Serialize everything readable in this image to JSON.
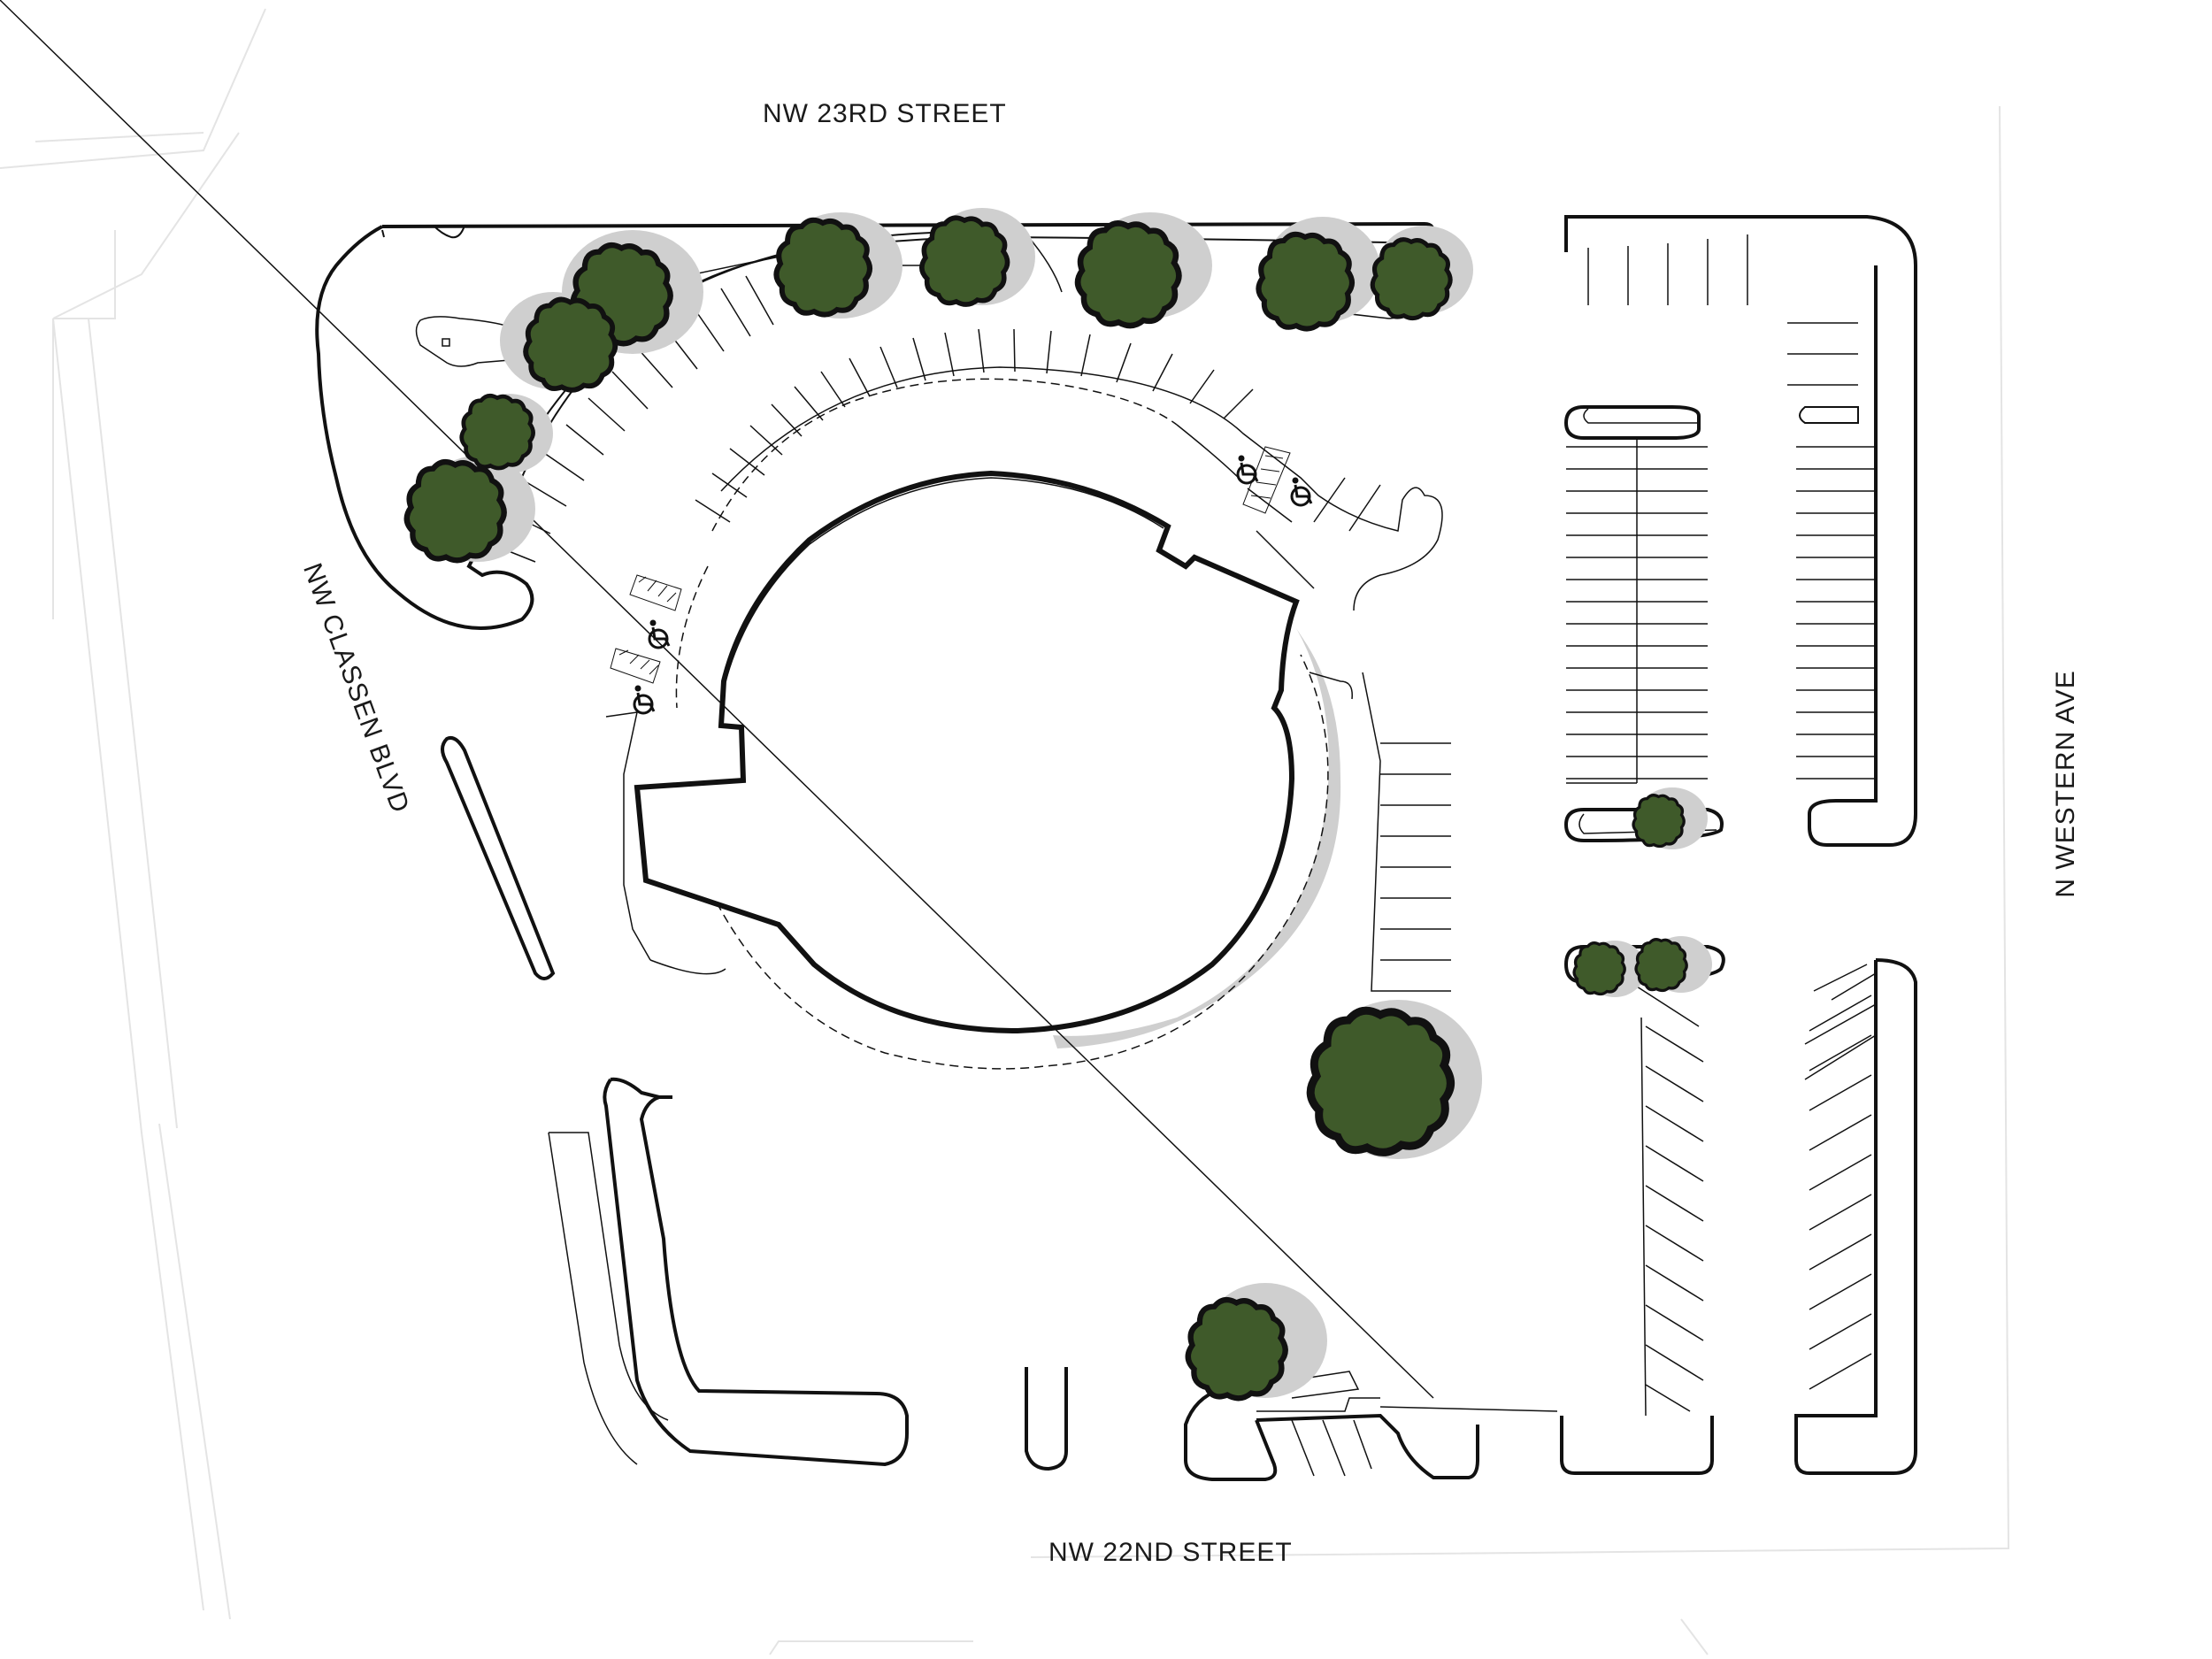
{
  "streets": {
    "north": "NW 23RD STREET",
    "south": "NW 22ND STREET",
    "west": "NW CLASSEN BLVD",
    "east": "N WESTERN AVE"
  },
  "colors": {
    "tree_fill": "#3f5a2a",
    "tree_shadow": "#cfcfcf",
    "line": "#111111",
    "faint_line": "#e4e4e4"
  },
  "icons": {
    "accessible_parking": "wheelchair-icon",
    "tree": "tree-canopy-icon"
  }
}
